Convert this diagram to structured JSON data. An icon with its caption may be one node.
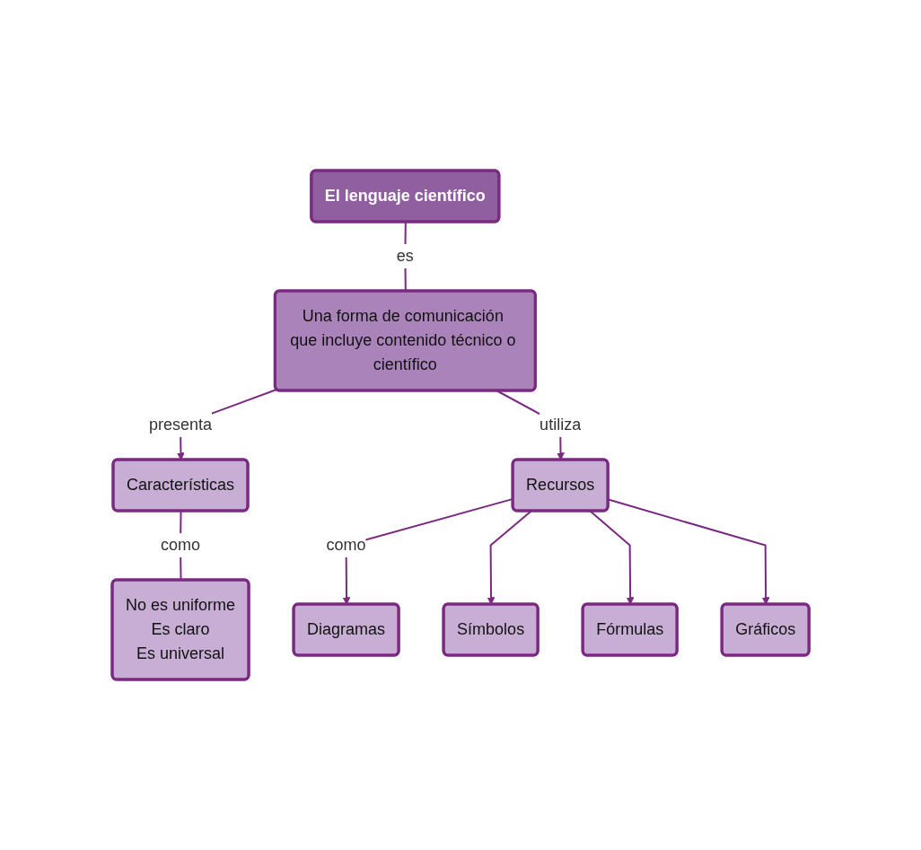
{
  "diagram": {
    "nodes": [
      {
        "text": [
          "El lenguaje científico"
        ]
      },
      {
        "text": [
          "Una forma de comunicación que incluye contenido técnico o científico"
        ]
      },
      {
        "text": [
          "Características"
        ]
      },
      {
        "text": [
          "Recursos"
        ]
      },
      {
        "text": [
          "No es uniforme",
          "Es claro",
          "Es universal"
        ]
      },
      {
        "text": [
          "Diagramas"
        ]
      },
      {
        "text": [
          "Símbolos"
        ]
      },
      {
        "text": [
          "Fórmulas"
        ]
      },
      {
        "text": [
          "Gráficos"
        ]
      }
    ],
    "edges": [
      {
        "from": 0,
        "to": 1,
        "arrow": "none",
        "label": "es"
      },
      {
        "from": 1,
        "to": 2,
        "arrow": "to",
        "label": "presenta"
      },
      {
        "from": 1,
        "to": 3,
        "arrow": "to",
        "label": "utiliza"
      },
      {
        "from": 2,
        "to": 4,
        "arrow": "none",
        "label": "como"
      },
      {
        "from": 3,
        "to": 5,
        "arrow": "to",
        "label": "como"
      },
      {
        "from": 3,
        "to": 6,
        "arrow": "to"
      },
      {
        "from": 3,
        "to": 7,
        "arrow": "to"
      },
      {
        "from": 3,
        "to": 8,
        "arrow": "to"
      }
    ]
  }
}
